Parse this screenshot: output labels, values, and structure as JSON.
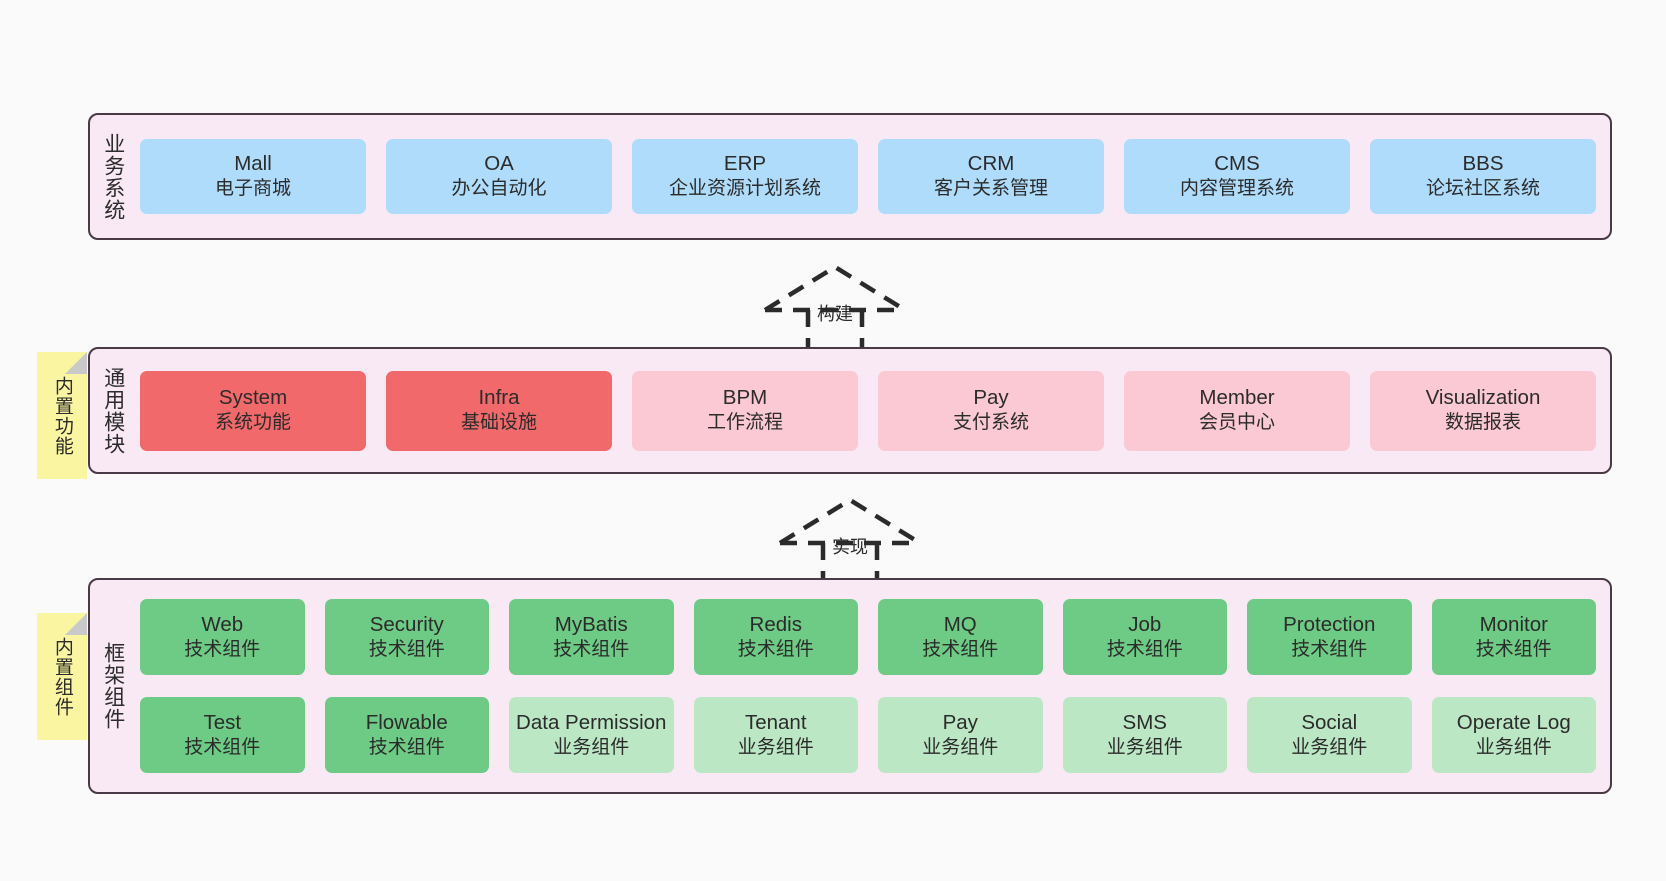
{
  "diagram": {
    "background": "#FAFAFA",
    "container_bg": "#F8E9F4",
    "container_border": "#4A3A45"
  },
  "layers": [
    {
      "id": "business-systems",
      "title": "业务系统",
      "sticky": null,
      "rows": [
        {
          "items": [
            {
              "en": "Mall",
              "cn": "电子商城",
              "color": "#AFDCFB",
              "style": "c-blue"
            },
            {
              "en": "OA",
              "cn": "办公自动化",
              "color": "#AFDCFB",
              "style": "c-blue"
            },
            {
              "en": "ERP",
              "cn": "企业资源计划系统",
              "color": "#AFDCFB",
              "style": "c-blue"
            },
            {
              "en": "CRM",
              "cn": "客户关系管理",
              "color": "#AFDCFB",
              "style": "c-blue"
            },
            {
              "en": "CMS",
              "cn": "内容管理系统",
              "color": "#AFDCFB",
              "style": "c-blue"
            },
            {
              "en": "BBS",
              "cn": "论坛社区系统",
              "color": "#AFDCFB",
              "style": "c-blue"
            }
          ]
        }
      ]
    },
    {
      "id": "common-modules",
      "title": "通用模块",
      "sticky": "内置功能",
      "rows": [
        {
          "items": [
            {
              "en": "System",
              "cn": "系统功能",
              "color": "#F2696B",
              "style": "c-red"
            },
            {
              "en": "Infra",
              "cn": "基础设施",
              "color": "#F2696B",
              "style": "c-red"
            },
            {
              "en": "BPM",
              "cn": "工作流程",
              "color": "#FBC9D3",
              "style": "c-pink"
            },
            {
              "en": "Pay",
              "cn": "支付系统",
              "color": "#FBC9D3",
              "style": "c-pink"
            },
            {
              "en": "Member",
              "cn": "会员中心",
              "color": "#FBC9D3",
              "style": "c-pink"
            },
            {
              "en": "Visualization",
              "cn": "数据报表",
              "color": "#FBC9D3",
              "style": "c-pink"
            }
          ]
        }
      ]
    },
    {
      "id": "framework-components",
      "title": "框架组件",
      "sticky": "内置组件",
      "rows": [
        {
          "items": [
            {
              "en": "Web",
              "cn": "技术组件",
              "color": "#6ECB85",
              "style": "c-green"
            },
            {
              "en": "Security",
              "cn": "技术组件",
              "color": "#6ECB85",
              "style": "c-green"
            },
            {
              "en": "MyBatis",
              "cn": "技术组件",
              "color": "#6ECB85",
              "style": "c-green"
            },
            {
              "en": "Redis",
              "cn": "技术组件",
              "color": "#6ECB85",
              "style": "c-green"
            },
            {
              "en": "MQ",
              "cn": "技术组件",
              "color": "#6ECB85",
              "style": "c-green"
            },
            {
              "en": "Job",
              "cn": "技术组件",
              "color": "#6ECB85",
              "style": "c-green"
            },
            {
              "en": "Protection",
              "cn": "技术组件",
              "color": "#6ECB85",
              "style": "c-green"
            },
            {
              "en": "Monitor",
              "cn": "技术组件",
              "color": "#6ECB85",
              "style": "c-green"
            }
          ]
        },
        {
          "items": [
            {
              "en": "Test",
              "cn": "技术组件",
              "color": "#6ECB85",
              "style": "c-green"
            },
            {
              "en": "Flowable",
              "cn": "技术组件",
              "color": "#6ECB85",
              "style": "c-green"
            },
            {
              "en": "Data Permission",
              "cn": "业务组件",
              "color": "#BCE7C5",
              "style": "c-lightgreen"
            },
            {
              "en": "Tenant",
              "cn": "业务组件",
              "color": "#BCE7C5",
              "style": "c-lightgreen"
            },
            {
              "en": "Pay",
              "cn": "业务组件",
              "color": "#BCE7C5",
              "style": "c-lightgreen"
            },
            {
              "en": "SMS",
              "cn": "业务组件",
              "color": "#BCE7C5",
              "style": "c-lightgreen"
            },
            {
              "en": "Social",
              "cn": "业务组件",
              "color": "#BCE7C5",
              "style": "c-lightgreen"
            },
            {
              "en": "Operate Log",
              "cn": "业务组件",
              "color": "#BCE7C5",
              "style": "c-lightgreen"
            }
          ]
        }
      ]
    }
  ],
  "connectors": [
    {
      "id": "build",
      "label": "构建",
      "from": "common-modules",
      "to": "business-systems"
    },
    {
      "id": "implement",
      "label": "实现",
      "from": "framework-components",
      "to": "common-modules"
    }
  ]
}
